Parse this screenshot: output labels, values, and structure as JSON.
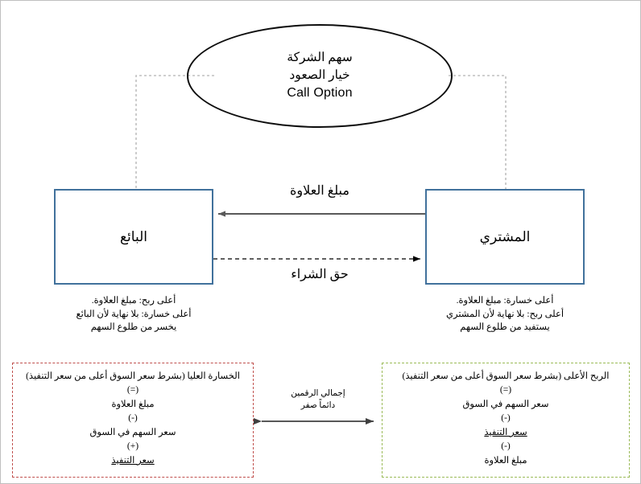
{
  "diagram": {
    "title_node": {
      "lines": [
        "سهم الشركة",
        "خيار الصعود",
        "Call Option"
      ]
    },
    "actors": {
      "seller": {
        "label": "البائع",
        "note_lines": [
          "أعلى ربح: مبلغ العلاوة.",
          "أعلى خسارة: بلا نهاية لأن البائع",
          "يخسر من طلوع السهم"
        ]
      },
      "buyer": {
        "label": "المشتري",
        "note_lines": [
          "أعلى خسارة: مبلغ العلاوة.",
          "أعلى ربح: بلا نهاية لأن المشتري",
          "يستفيد من طلوع السهم"
        ]
      }
    },
    "flows": [
      {
        "name": "premium",
        "label": "مبلغ العلاوة",
        "direction": "buyer-to-seller",
        "style": "solid"
      },
      {
        "name": "right-to-buy",
        "label": "حق الشراء",
        "direction": "seller-to-buyer",
        "style": "dashed"
      }
    ],
    "payoff": {
      "loss": {
        "title": "الخسارة العليا (بشرط سعر السوق أعلى من سعر التنفيذ)",
        "rows": [
          "(=)",
          "مبلغ العلاوة",
          "(-)",
          "سعر السهم في السوق",
          "(+)",
          "سعر التنفيذ"
        ],
        "border_color": "#c0504d"
      },
      "gain": {
        "title": "الربح الأعلى (بشرط سعر السوق أعلى من سعر التنفيذ)",
        "rows": [
          "(=)",
          "سعر السهم في السوق",
          "(-)",
          "سعر التنفيذ",
          "(-)",
          "مبلغ العلاوة"
        ],
        "border_color": "#9bbb59"
      },
      "center_note_lines": [
        "إجمالي الرقمين",
        "دائماً صفر"
      ]
    },
    "colors": {
      "actor_border": "#41719c",
      "ellipse_border": "#0d0d0d",
      "arrow": "#595959",
      "connector": "#bfbfbf",
      "frame": "#bfbfbf"
    }
  }
}
